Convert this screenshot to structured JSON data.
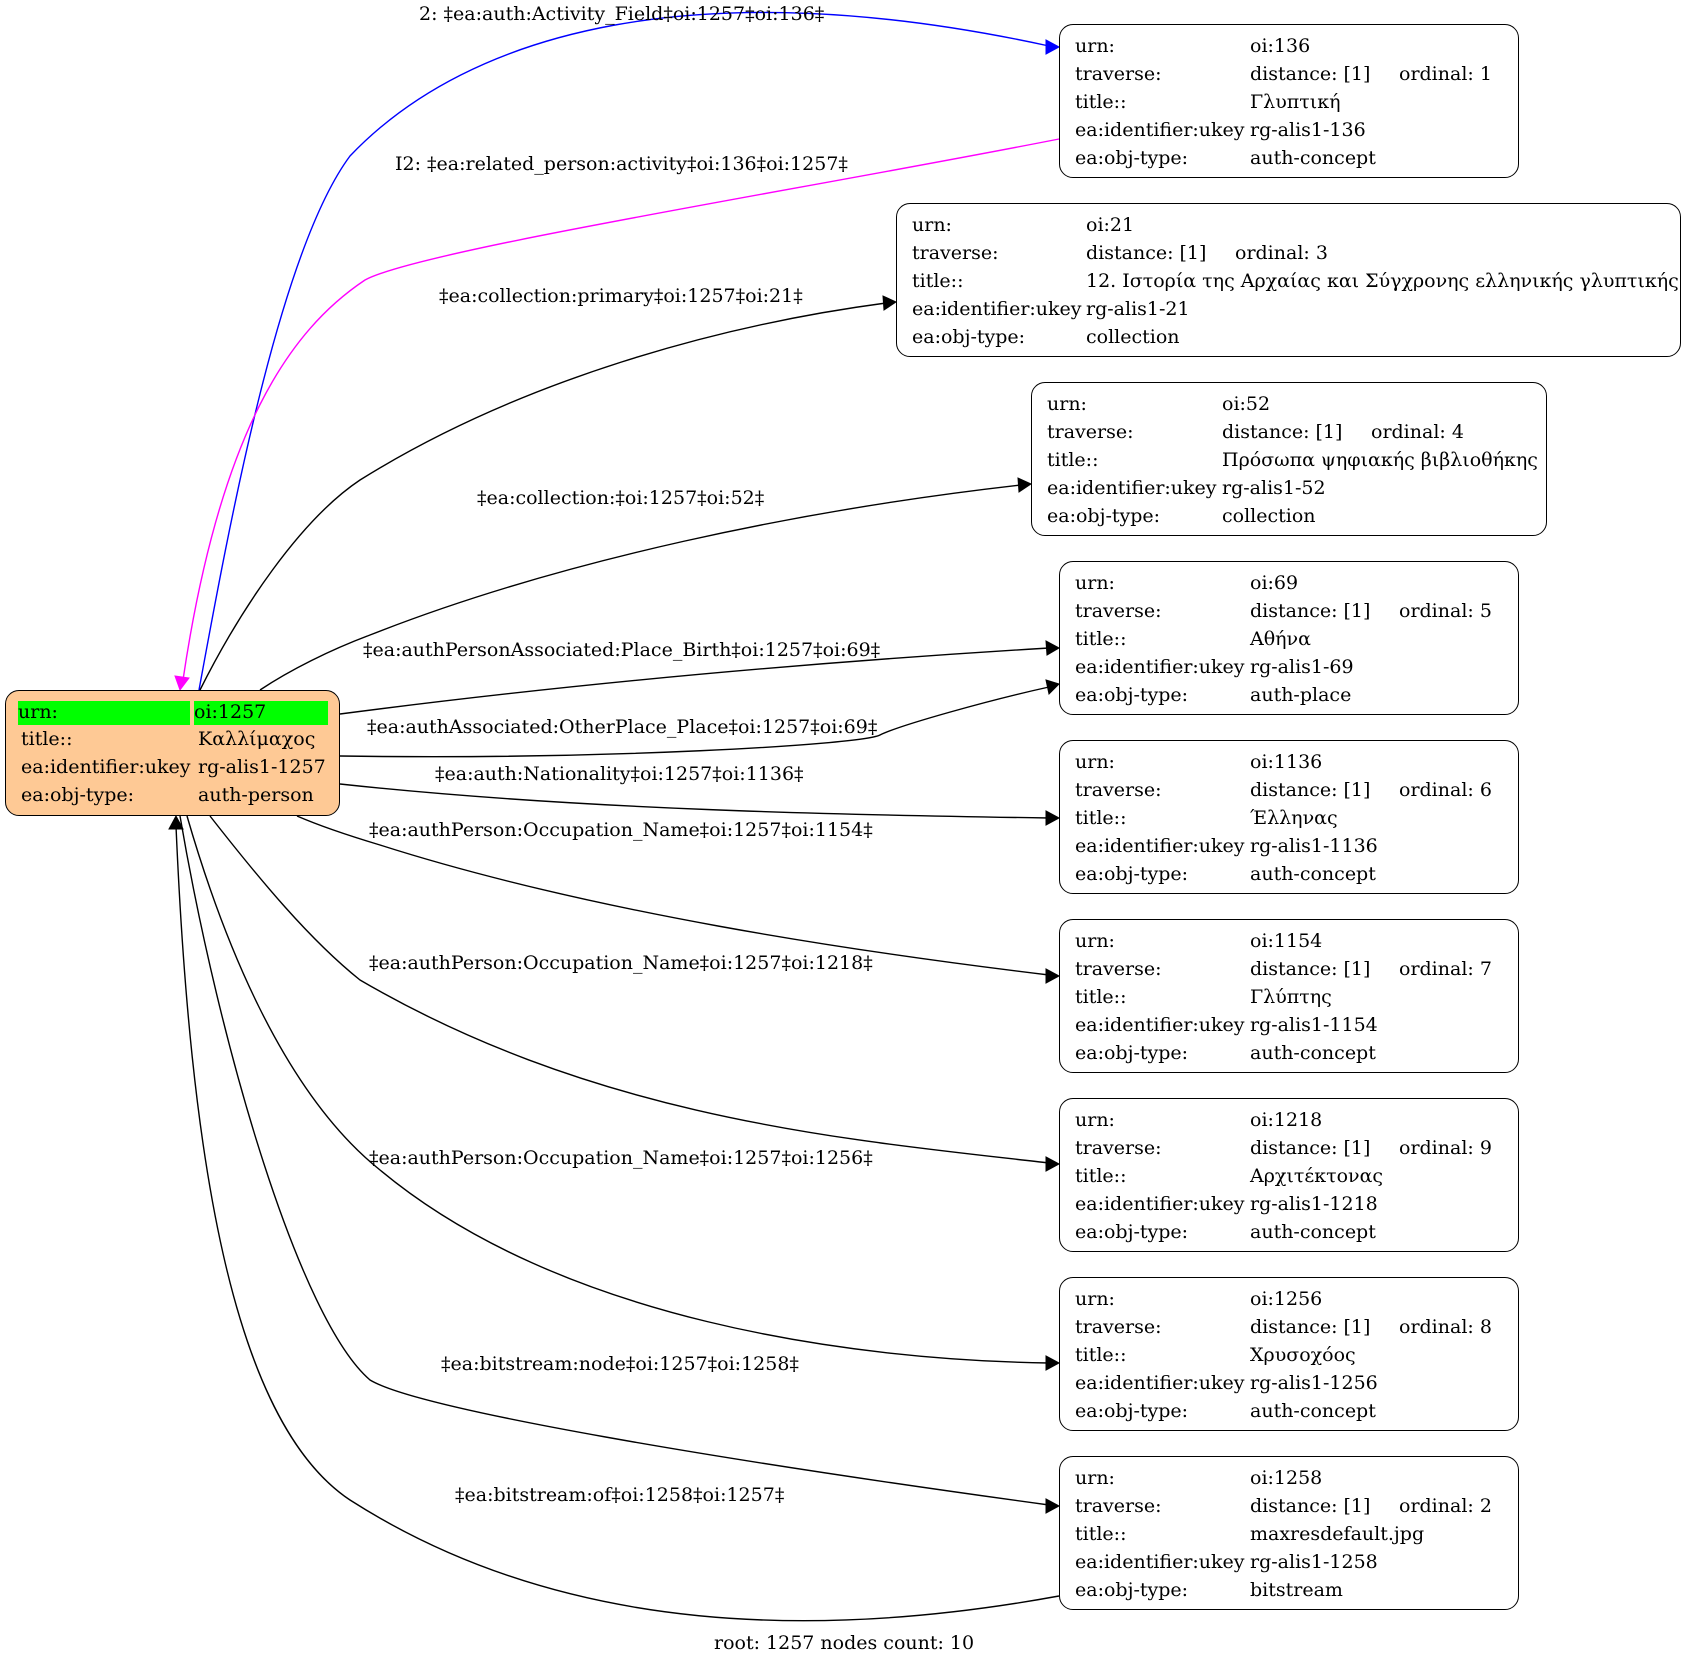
{
  "root": {
    "rows": [
      {
        "k": "urn:",
        "v": "oi:1257"
      },
      {
        "k": "title::",
        "v": "Καλλίμαχος"
      },
      {
        "k": "ea:identifier:ukey",
        "v": "rg-alis1-1257"
      },
      {
        "k": "ea:obj-type:",
        "v": "auth-person"
      }
    ],
    "fill": "#fec995",
    "highlight": "#00ff00"
  },
  "nodes": [
    {
      "urn_label": "urn:",
      "urn": "oi:136",
      "traverse_label": "traverse:",
      "distance": "distance: [1]",
      "ordinal": "ordinal: 1",
      "title_label": "title::",
      "title": "Γλυπτική",
      "ukey_label": "ea:identifier:ukey",
      "ukey": "rg-alis1-136",
      "type_label": "ea:obj-type:",
      "type": "auth-concept"
    },
    {
      "urn_label": "urn:",
      "urn": "oi:21",
      "traverse_label": "traverse:",
      "distance": "distance: [1]",
      "ordinal": "ordinal: 3",
      "title_label": "title::",
      "title": "12. Ιστορία της Αρχαίας και Σύγχρονης ελληνικής γλυπτικής",
      "ukey_label": "ea:identifier:ukey",
      "ukey": "rg-alis1-21",
      "type_label": "ea:obj-type:",
      "type": "collection"
    },
    {
      "urn_label": "urn:",
      "urn": "oi:52",
      "traverse_label": "traverse:",
      "distance": "distance: [1]",
      "ordinal": "ordinal: 4",
      "title_label": "title::",
      "title": "Πρόσωπα ψηφιακής βιβλιοθήκης",
      "ukey_label": "ea:identifier:ukey",
      "ukey": "rg-alis1-52",
      "type_label": "ea:obj-type:",
      "type": "collection"
    },
    {
      "urn_label": "urn:",
      "urn": "oi:69",
      "traverse_label": "traverse:",
      "distance": "distance: [1]",
      "ordinal": "ordinal: 5",
      "title_label": "title::",
      "title": "Αθήνα",
      "ukey_label": "ea:identifier:ukey",
      "ukey": "rg-alis1-69",
      "type_label": "ea:obj-type:",
      "type": "auth-place"
    },
    {
      "urn_label": "urn:",
      "urn": "oi:1136",
      "traverse_label": "traverse:",
      "distance": "distance: [1]",
      "ordinal": "ordinal: 6",
      "title_label": "title::",
      "title": "Έλληνας",
      "ukey_label": "ea:identifier:ukey",
      "ukey": "rg-alis1-1136",
      "type_label": "ea:obj-type:",
      "type": "auth-concept"
    },
    {
      "urn_label": "urn:",
      "urn": "oi:1154",
      "traverse_label": "traverse:",
      "distance": "distance: [1]",
      "ordinal": "ordinal: 7",
      "title_label": "title::",
      "title": "Γλύπτης",
      "ukey_label": "ea:identifier:ukey",
      "ukey": "rg-alis1-1154",
      "type_label": "ea:obj-type:",
      "type": "auth-concept"
    },
    {
      "urn_label": "urn:",
      "urn": "oi:1218",
      "traverse_label": "traverse:",
      "distance": "distance: [1]",
      "ordinal": "ordinal: 9",
      "title_label": "title::",
      "title": "Αρχιτέκτονας",
      "ukey_label": "ea:identifier:ukey",
      "ukey": "rg-alis1-1218",
      "type_label": "ea:obj-type:",
      "type": "auth-concept"
    },
    {
      "urn_label": "urn:",
      "urn": "oi:1256",
      "traverse_label": "traverse:",
      "distance": "distance: [1]",
      "ordinal": "ordinal: 8",
      "title_label": "title::",
      "title": "Χρυσοχόος",
      "ukey_label": "ea:identifier:ukey",
      "ukey": "rg-alis1-1256",
      "type_label": "ea:obj-type:",
      "type": "auth-concept"
    },
    {
      "urn_label": "urn:",
      "urn": "oi:1258",
      "traverse_label": "traverse:",
      "distance": "distance: [1]",
      "ordinal": "ordinal: 2",
      "title_label": "title::",
      "title": "maxresdefault.jpg",
      "ukey_label": "ea:identifier:ukey",
      "ukey": "rg-alis1-1258",
      "type_label": "ea:obj-type:",
      "type": "bitstream"
    }
  ],
  "edges": [
    {
      "label": "2: ‡ea:auth:Activity_Field‡oi:1257‡oi:136‡",
      "color": "#0000ff"
    },
    {
      "label": "I2: ‡ea:related_person:activity‡oi:136‡oi:1257‡",
      "color": "#ff00ff"
    },
    {
      "label": "‡ea:collection:primary‡oi:1257‡oi:21‡",
      "color": "#000000"
    },
    {
      "label": "‡ea:collection:‡oi:1257‡oi:52‡",
      "color": "#000000"
    },
    {
      "label": "‡ea:authPersonAssociated:Place_Birth‡oi:1257‡oi:69‡",
      "color": "#000000"
    },
    {
      "label": "‡ea:authAssociated:OtherPlace_Place‡oi:1257‡oi:69‡",
      "color": "#000000"
    },
    {
      "label": "‡ea:auth:Nationality‡oi:1257‡oi:1136‡",
      "color": "#000000"
    },
    {
      "label": "‡ea:authPerson:Occupation_Name‡oi:1257‡oi:1154‡",
      "color": "#000000"
    },
    {
      "label": "‡ea:authPerson:Occupation_Name‡oi:1257‡oi:1218‡",
      "color": "#000000"
    },
    {
      "label": "‡ea:authPerson:Occupation_Name‡oi:1257‡oi:1256‡",
      "color": "#000000"
    },
    {
      "label": "‡ea:bitstream:node‡oi:1257‡oi:1258‡",
      "color": "#000000"
    },
    {
      "label": "‡ea:bitstream:of‡oi:1258‡oi:1257‡",
      "color": "#000000"
    }
  ],
  "footer": "root: 1257 nodes count: 10"
}
